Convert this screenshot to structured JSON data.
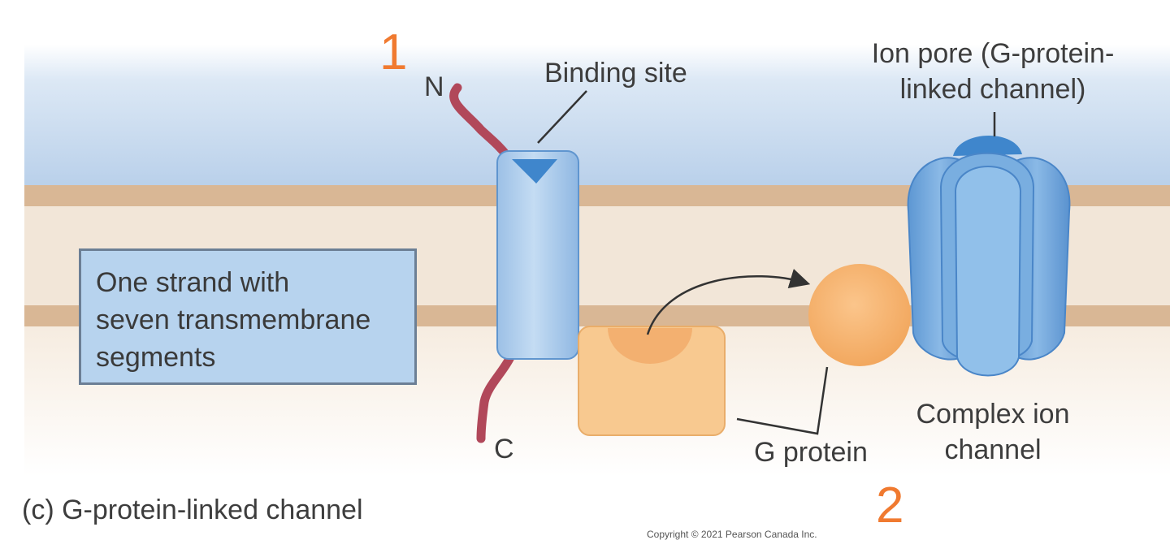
{
  "step_markers": {
    "first": "1",
    "second": "2"
  },
  "labels": {
    "n_terminus": "N",
    "c_terminus": "C",
    "binding_site": "Binding site",
    "ion_pore": "Ion pore (G-protein-\nlinked channel)",
    "g_protein": "G protein",
    "complex_ion_channel": "Complex ion\nchannel",
    "receptor_description": "One strand with\nseven transmembrane\nsegments"
  },
  "caption": "(c) G-protein-linked channel",
  "copyright": "Copyright © 2021 Pearson Canada Inc.",
  "colors": {
    "membrane_outer": "#d9b795",
    "membrane_inner": "#f2e6d8",
    "extracellular_top": "#b9d0ea",
    "receptor": "#a9cbec",
    "receptor_dark": "#3f86cc",
    "g_protein": "#f5b877",
    "ion_channel": "#6aa4dc",
    "peptide_tail": "#b1485a",
    "marker": "#f07a30"
  }
}
